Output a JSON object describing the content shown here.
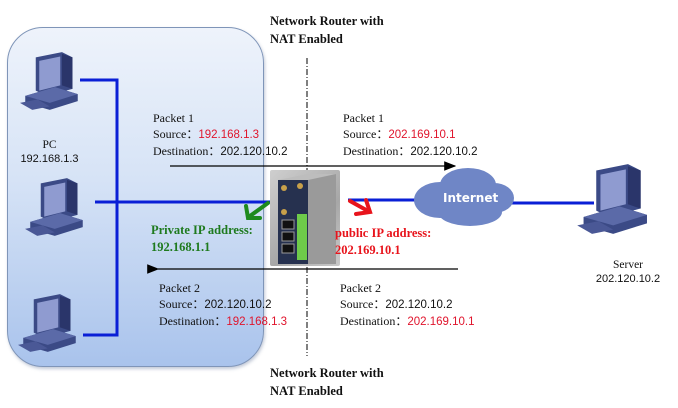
{
  "diagram": {
    "title_top": [
      "Network Router with",
      "NAT Enabled"
    ],
    "title_bottom": [
      "Network Router with",
      "NAT Enabled"
    ],
    "lan": {
      "pc_label": "PC",
      "pc_ip": "192.168.1.3",
      "pc_count": 3
    },
    "server": {
      "label": "Server",
      "ip": "202.120.10.2"
    },
    "internet_label": "Internet",
    "router": {
      "private_label": "Private IP address:",
      "private_ip": "192.168.1.1",
      "public_label": "public IP address:",
      "public_ip": "202.169.10.1"
    },
    "packets": {
      "outbound_lan": {
        "name": "Packet 1",
        "source_label": "Source：",
        "source": "192.168.1.3",
        "dest_label": "Destination：",
        "dest": "202.120.10.2"
      },
      "outbound_wan": {
        "name": "Packet 1",
        "source_label": "Source：",
        "source": "202.169.10.1",
        "dest_label": "Destination：",
        "dest": "202.120.10.2"
      },
      "inbound_lan": {
        "name": "Packet 2",
        "source_label": "Source：",
        "source": "202.120.10.2",
        "dest_label": "Destination：",
        "dest": "192.168.1.3"
      },
      "inbound_wan": {
        "name": "Packet 2",
        "source_label": "Source：",
        "source": "202.120.10.2",
        "dest_label": "Destination：",
        "dest": "202.169.10.1"
      }
    },
    "colors": {
      "link": "#0a1fd6",
      "highlight_red": "#e0142c",
      "private_green": "#1e7a1e",
      "cloud": "#6f86c6",
      "device": "#3b4a86"
    }
  }
}
